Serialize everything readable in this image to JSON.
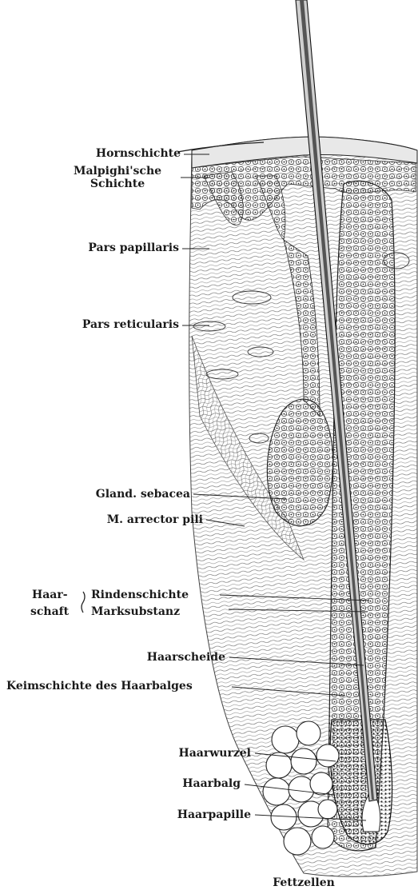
{
  "labels": {
    "hornschichte": "Hornschichte",
    "malpighi_1": "Malpighi'sche",
    "malpighi_2": "Schichte",
    "pars_papillaris": "Pars papillaris",
    "pars_reticularis": "Pars reticularis",
    "gland_sebacea": "Gland. sebacea",
    "arrector": "M. arrector pili",
    "haar_1": "Haar-",
    "haar_2": "schaft",
    "rindenschichte": "Rindenschichte",
    "marksubstanz": "Marksubstanz",
    "haarscheide": "Haarscheide",
    "keimschichte": "Keimschichte des Haarbalges",
    "haarwurzel": "Haarwurzel",
    "haarbalg": "Haarbalg",
    "haarpapille": "Haarpapille",
    "fettzellen": "Fettzellen"
  },
  "colors": {
    "ink": "#1a1a1a",
    "background": "#ffffff"
  }
}
